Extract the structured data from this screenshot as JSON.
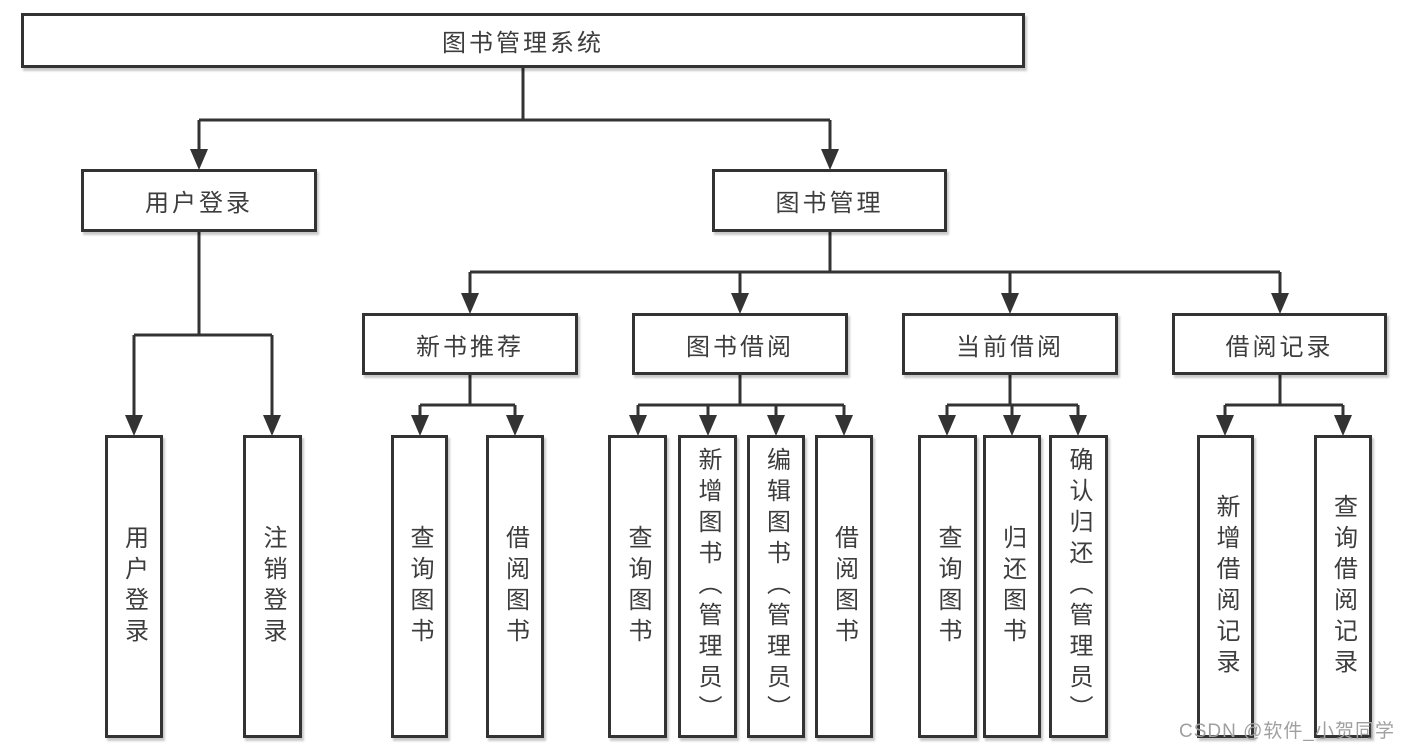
{
  "diagram": {
    "root": {
      "label": "图书管理系统"
    },
    "branches": {
      "user_login": {
        "label": "用户登录",
        "children": [
          "用户登录",
          "注销登录"
        ]
      },
      "book_management": {
        "label": "图书管理",
        "children": {
          "new_books": {
            "label": "新书推荐",
            "children": [
              "查询图书",
              "借阅图书"
            ]
          },
          "book_borrow": {
            "label": "图书借阅",
            "children": [
              "查询图书",
              "新增图书（管理员）",
              "编辑图书（管理员）",
              "借阅图书"
            ]
          },
          "current_borrow": {
            "label": "当前借阅",
            "children": [
              "查询图书",
              "归还图书",
              "确认归还（管理员）"
            ]
          },
          "borrow_records": {
            "label": "借阅记录",
            "children": [
              "新增借阅记录",
              "查询借阅记录"
            ]
          }
        }
      }
    }
  },
  "watermark": {
    "text": "CSDN @软件_小贺同学"
  },
  "colors": {
    "line": "#333333",
    "border": "#333333",
    "text": "#3d3d3d",
    "background": "#ffffff",
    "watermark": "#a0a0a0"
  }
}
